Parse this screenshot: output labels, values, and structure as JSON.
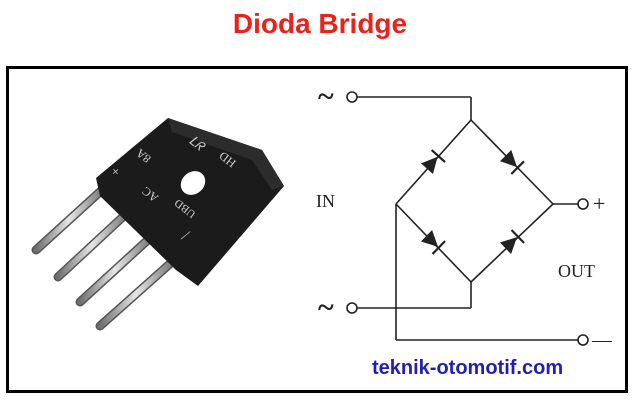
{
  "title": "Dioda Bridge",
  "footer": "teknik-otomotif.com",
  "component": {
    "markings": {
      "brand": "ᒪᖇ",
      "model": "HD",
      "rating": "8A",
      "plus": "+",
      "ac": "AC",
      "code": "UBD",
      "minus": "—"
    }
  },
  "schematic": {
    "ac_symbol": "~",
    "in_label": "IN",
    "out_label": "OUT",
    "plus": "+",
    "minus": "—"
  },
  "colors": {
    "title": "#e8231a",
    "footer": "#1f1fb8",
    "line": "#222222",
    "component_body": "#1b1b1b",
    "leads": "#a9a9a9"
  }
}
